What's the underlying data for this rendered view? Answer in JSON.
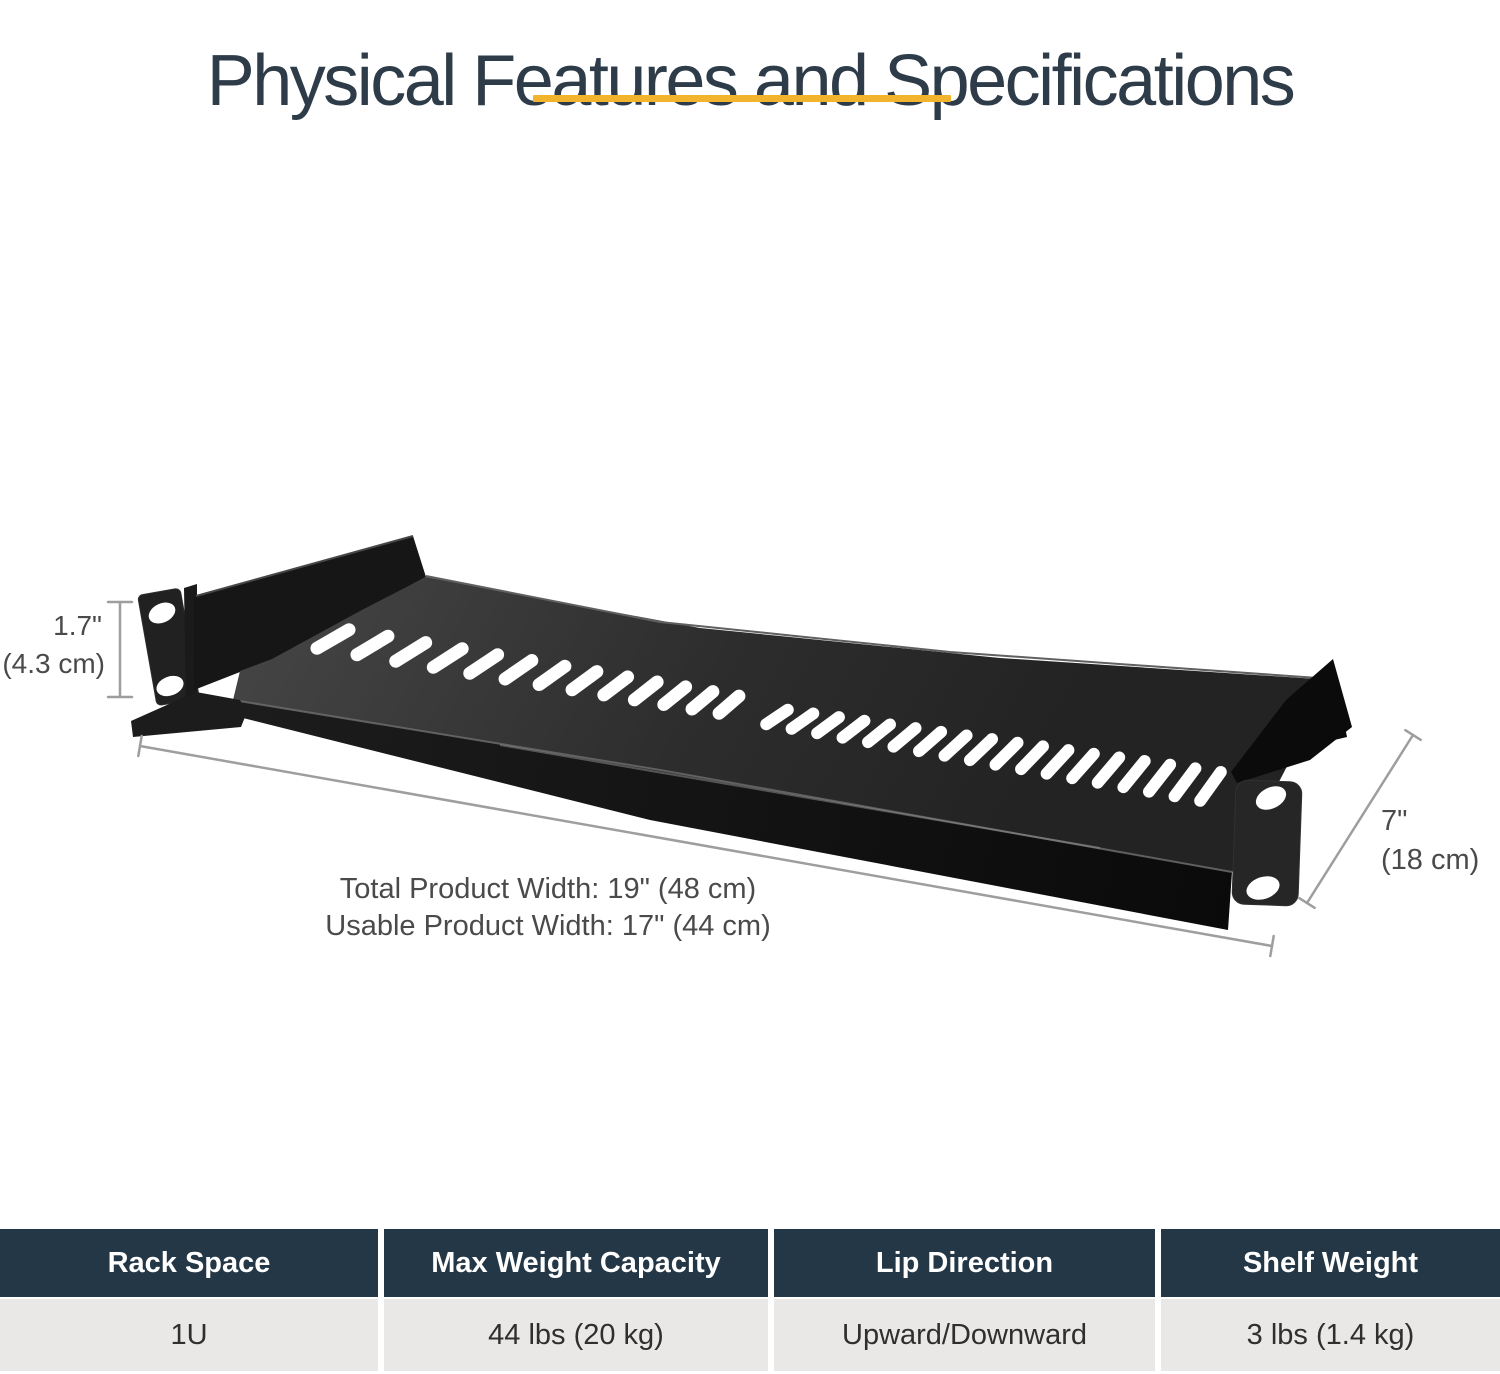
{
  "title": "Physical Features and Specifications",
  "accent_color": "#F2B42D",
  "diagram": {
    "product": "1U vented rack mount shelf",
    "height_label": {
      "inches": "1.7\"",
      "metric": "(4.3 cm)"
    },
    "width_label": {
      "line1": "Total Product Width: 19\" (48 cm)",
      "line2": "Usable Product Width: 17\" (44 cm)"
    },
    "depth_label": {
      "inches": "7\"",
      "metric": "(18 cm)"
    }
  },
  "spec_table": {
    "header_bg": "#233747",
    "row_bg": "#E9E8E6",
    "columns": [
      {
        "header": "Rack Space",
        "value": "1U"
      },
      {
        "header": "Max Weight Capacity",
        "value": "44 lbs (20 kg)"
      },
      {
        "header": "Lip Direction",
        "value": "Upward/Downward"
      },
      {
        "header": "Shelf Weight",
        "value": "3 lbs (1.4 kg)"
      }
    ]
  }
}
